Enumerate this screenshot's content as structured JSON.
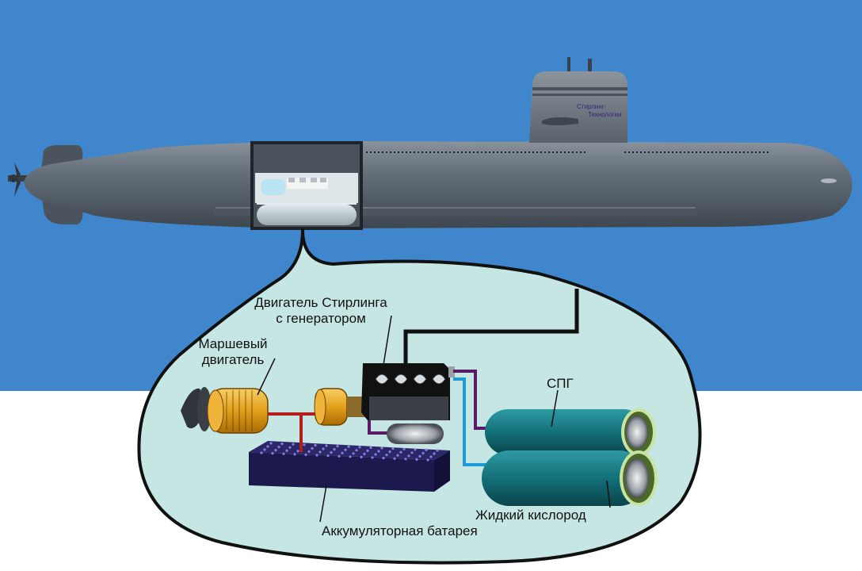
{
  "colors": {
    "sea": "#3f86cc",
    "hull": "#5f6873",
    "bubble": "#c6e6e4",
    "motor": "#e3a11c",
    "battery": "#1c1a4c",
    "tank": "#137079",
    "cable_red": "#b51c1c",
    "pipe_purple": "#5b1a66",
    "pipe_cyan": "#1e9bd6"
  },
  "sail_text": {
    "line1": "Стирлинг-",
    "line2": "Технологии"
  },
  "labels": {
    "stirling_line1": "Двигатель Стирлинга",
    "stirling_line2": "с генератором",
    "main_motor_line1": "Маршевый",
    "main_motor_line2": "двигатель",
    "lng": "СПГ",
    "liquid_oxygen": "Жидкий кислород",
    "battery": "Аккумуляторная батарея"
  }
}
